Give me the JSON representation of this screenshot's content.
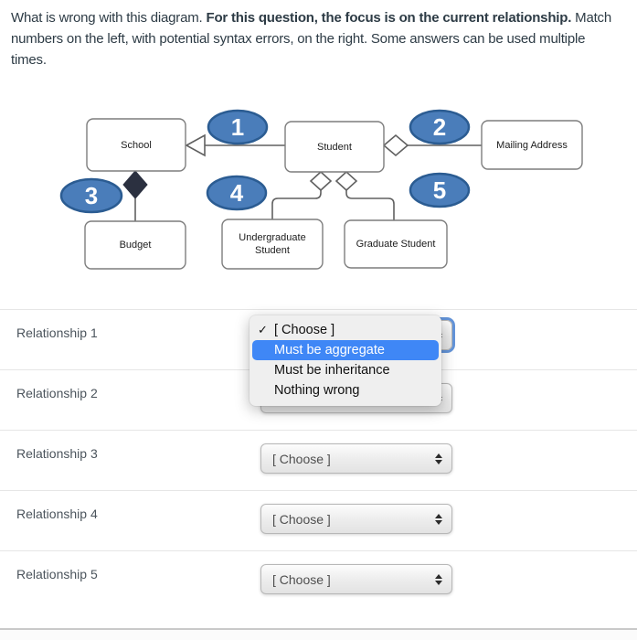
{
  "question": {
    "line1_normal": "What is wrong with this diagram. ",
    "line1_bold": "For this question, the focus is on the current relationship.",
    "line1_tail": " Match",
    "line2": "numbers on the left, with potential syntax errors, on the right. Some answers can be used multiple",
    "line3": "times."
  },
  "diagram": {
    "school": "School",
    "student": "Student",
    "mailing_address": "Mailing Address",
    "budget": "Budget",
    "undergrad_line1": "Undergraduate",
    "undergrad_line2": "Student",
    "graduate": "Graduate Student",
    "num1": "1",
    "num2": "2",
    "num3": "3",
    "num4": "4",
    "num5": "5",
    "colors": {
      "oval_fill": "#4a7dba",
      "oval_stroke": "#2b5c92",
      "box_border": "#7d7d7d",
      "line": "#606060",
      "composite_diamond": "#2b3040"
    }
  },
  "rows": [
    {
      "label": "Relationship 1",
      "value": "[ Choose ]"
    },
    {
      "label": "Relationship 2",
      "value": "[ Choose ]"
    },
    {
      "label": "Relationship 3",
      "value": "[ Choose ]"
    },
    {
      "label": "Relationship 4",
      "value": "[ Choose ]"
    },
    {
      "label": "Relationship 5",
      "value": "[ Choose ]"
    }
  ],
  "dropdown": {
    "checkmark": "✓",
    "highlight_color": "#3f87f6",
    "items": [
      {
        "label": "[ Choose ]",
        "checked": true,
        "highlighted": false
      },
      {
        "label": "Must be aggregate",
        "checked": false,
        "highlighted": true
      },
      {
        "label": "Must be inheritance",
        "checked": false,
        "highlighted": false
      },
      {
        "label": "Nothing wrong",
        "checked": false,
        "highlighted": false
      }
    ]
  }
}
